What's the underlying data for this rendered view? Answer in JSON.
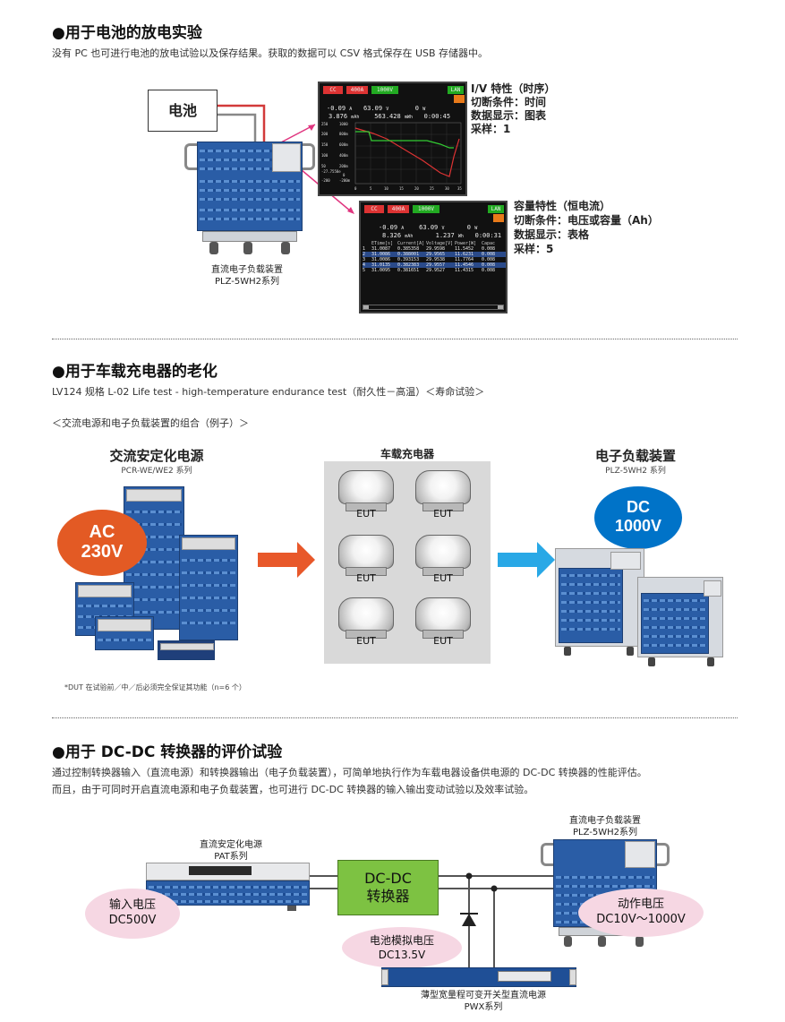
{
  "section1": {
    "title": "●用于电池的放电实验",
    "desc": "没有 PC 也可进行电池的放电试验以及保存结果。获取的数据可以 CSV 格式保存在 USB 存储器中。",
    "battery_label": "电池",
    "device_caption_1": "直流电子负载装置",
    "device_caption_2": "PLZ-5WH2系列",
    "screen1": {
      "badges": [
        "CC",
        "400A",
        "1000V",
        "LAN"
      ],
      "row1": [
        "-0.09",
        "A",
        "63.09",
        "V",
        "0",
        "W"
      ],
      "row2": [
        "3.876",
        "mAh",
        "563.428",
        "mWh",
        "0:00:45"
      ],
      "yticks_left": [
        "250",
        "200",
        "150",
        "100",
        "50",
        "-27.7558e",
        "-200"
      ],
      "yticks_right": [
        "1000",
        "800m",
        "600m",
        "400m",
        "200m",
        "0",
        "-200m"
      ],
      "xticks": [
        "0",
        "5",
        "10",
        "15",
        "20",
        "25",
        "30",
        "35"
      ]
    },
    "note1": {
      "title": "I/V 特性（时序）",
      "l1": "切断条件：时间",
      "l2": "数据显示：图表",
      "l3": "采样：1"
    },
    "screen2": {
      "badges": [
        "CC",
        "400A",
        "1000V",
        "LAN"
      ],
      "row1": [
        "-0.09",
        "A",
        "63.09",
        "V",
        "0",
        "W"
      ],
      "row2": [
        "8.326",
        "mAh",
        "1.237",
        "Wh",
        "0:00:31"
      ],
      "headers": [
        "ETime[s]",
        "Current[A]",
        "Voltage[V]",
        "Power[W]",
        "Capac"
      ],
      "rows": [
        [
          "1",
          "31.0087",
          "0.385358",
          "29.9598",
          "11.5452",
          "0.008"
        ],
        [
          "2",
          "31.0086",
          "0.388001",
          "29.9565",
          "11.6231",
          "0.008"
        ],
        [
          "3",
          "31.0086",
          "0.393153",
          "29.9538",
          "11.7764",
          "0.008"
        ],
        [
          "4",
          "31.0135",
          "0.382383",
          "29.9557",
          "11.4546",
          "0.008"
        ],
        [
          "5",
          "31.0095",
          "0.381651",
          "29.9527",
          "11.4315",
          "0.008"
        ]
      ]
    },
    "note2": {
      "title": "容量特性（恒电流）",
      "l1": "切断条件：电压或容量（Ah）",
      "l2": "数据显示：表格",
      "l3": "采样：5"
    }
  },
  "section2": {
    "title": "●用于车载充电器的老化",
    "desc": "LV124 规格 L-02 Life test - high-temperature endurance test（耐久性－高温）＜寿命试验＞",
    "combo": "＜交流电源和电子负载装置的组合（例子）＞",
    "ac_title": "交流安定化电源",
    "ac_sub": "PCR-WE/WE2 系列",
    "ac_bubble_1": "AC",
    "ac_bubble_2": "230V",
    "charger_title": "车载充电器",
    "eut_label": "EUT",
    "load_title": "电子负载装置",
    "load_sub": "PLZ-5WH2 系列",
    "dc_bubble_1": "DC",
    "dc_bubble_2": "1000V",
    "footnote": "*DUT 在试验前／中／后必须完全保证其功能（n=6 个）",
    "colors": {
      "ac_bubble": "#e35a24",
      "dc_bubble": "#0073c8",
      "arrow_orange": "#e8582a",
      "arrow_blue": "#29a8e6",
      "charger_bg": "#d9d9d9"
    }
  },
  "section3": {
    "title": "●用于 DC-DC 转换器的评价试验",
    "desc1": "通过控制转换器输入（直流电源）和转换器输出（电子负载装置），可简单地执行作为车载电器设备供电源的 DC-DC 转换器的性能评估。",
    "desc2": "而且，由于可同时开启直流电源和电子负载装置，也可进行 DC-DC 转换器的输入输出变动试验以及效率试验。",
    "pat_cap_1": "直流安定化电源",
    "pat_cap_2": "PAT系列",
    "in_v_1": "输入电压",
    "in_v_2": "DC500V",
    "conv_1": "DC-DC",
    "conv_2": "转换器",
    "bat_1": "电池模拟电压",
    "bat_2": "DC13.5V",
    "plz_cap_1": "直流电子负载装置",
    "plz_cap_2": "PLZ-5WH2系列",
    "op_1": "动作电压",
    "op_2": "DC10V～1000V",
    "pwx_cap_1": "薄型宽量程可变开关型直流电源",
    "pwx_cap_2": "PWX系列",
    "colors": {
      "converter": "#7dc242",
      "bubble": "#f6d7e3"
    }
  }
}
